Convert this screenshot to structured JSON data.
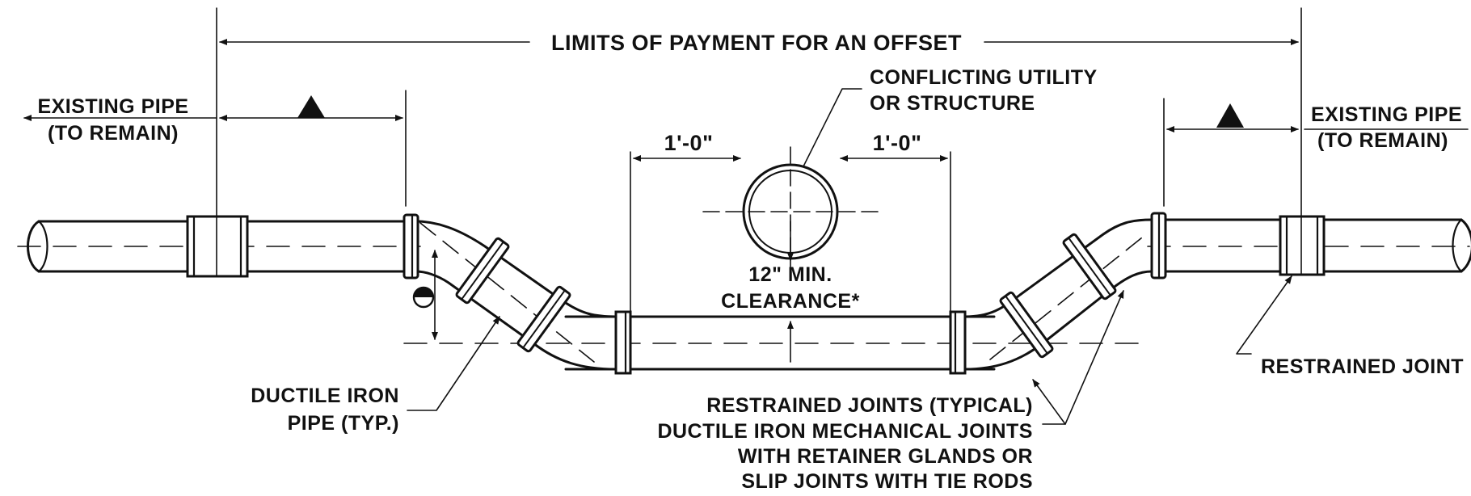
{
  "labels": {
    "limits": "LIMITS OF PAYMENT FOR AN OFFSET",
    "existing_left_1": "EXISTING PIPE",
    "existing_left_2": "(TO REMAIN)",
    "existing_right_1": "EXISTING PIPE",
    "existing_right_2": "(TO REMAIN)",
    "conflicting_1": "CONFLICTING UTILITY",
    "conflicting_2": "OR STRUCTURE",
    "dim_left": "1'-0\"",
    "dim_right": "1'-0\"",
    "clearance_1": "12\" MIN.",
    "clearance_2": "CLEARANCE*",
    "ductile_1": "DUCTILE IRON",
    "ductile_2": "PIPE (TYP.)",
    "restrained_1": "RESTRAINED JOINTS (TYPICAL)",
    "restrained_2": "DUCTILE IRON MECHANICAL JOINTS",
    "restrained_3": "WITH RETAINER GLANDS OR",
    "restrained_4": "SLIP JOINTS WITH TIE RODS",
    "restrained_right": "RESTRAINED JOINT"
  },
  "colors": {
    "ink": "#111111",
    "paper": "#ffffff"
  },
  "icons": {
    "triangle_left": "triangle-a-icon",
    "triangle_right": "triangle-a-icon",
    "circle_marker": "circle-b-icon"
  }
}
